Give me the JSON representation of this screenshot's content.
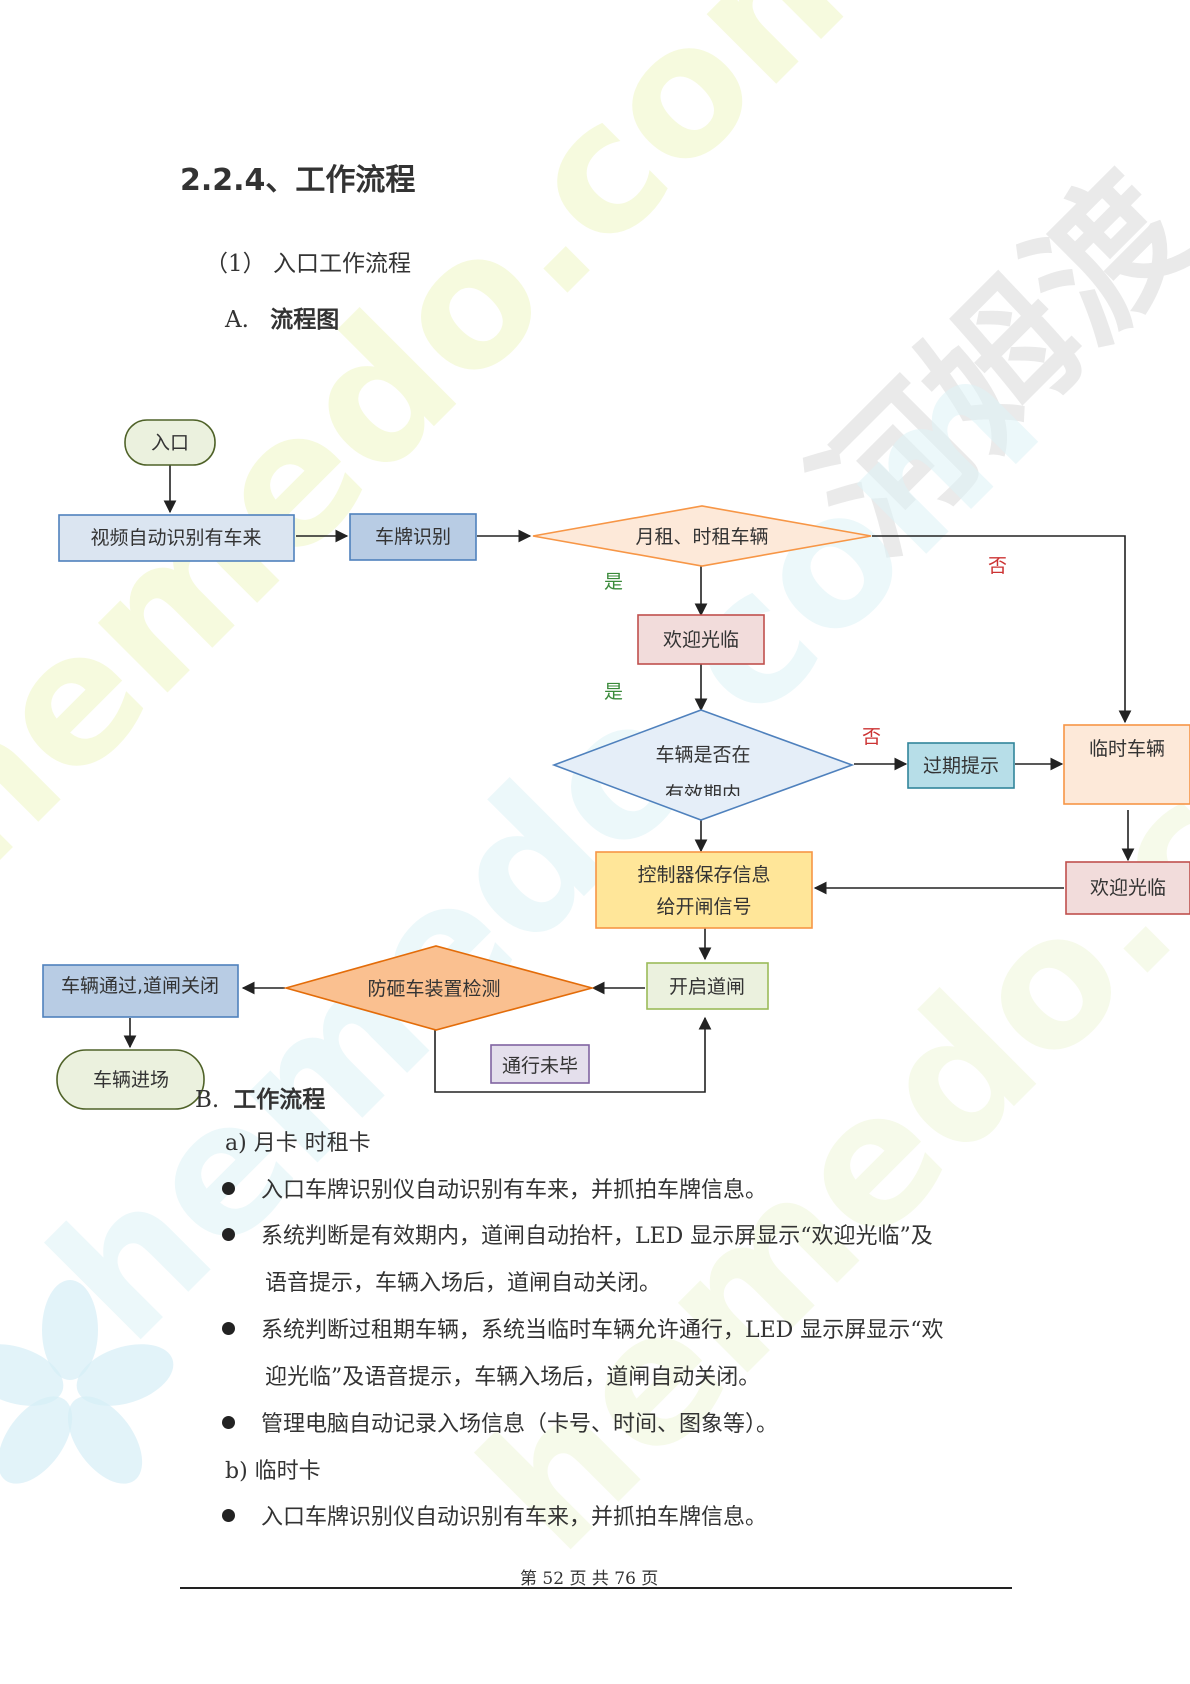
{
  "heading": "2.2.4、工作流程",
  "subheading": "（1）  入口工作流程",
  "subsub": {
    "prefix": "A.",
    "title": "流程图"
  },
  "flowchart": {
    "nodes": {
      "entrance": "入口",
      "video_detect": "视频自动识别有车来",
      "plate_recognition": "车牌识别",
      "monthly_hourly": "月租、时租车辆",
      "welcome_1": "欢迎光临",
      "in_validity": "车辆是否在",
      "in_validity_2": "有效期内",
      "expired_notice": "过期提示",
      "temporary_vehicle": "临时车辆",
      "welcome_2": "欢迎光临",
      "controller_line1": "控制器保存信息",
      "controller_line2": "给开闸信号",
      "open_gate": "开启道闸",
      "anti_smash": "防砸车装置检测",
      "passed_close": "车辆通过,道闸关闭",
      "vehicle_enter": "车辆进场",
      "not_finished": "通行未毕"
    },
    "labels": {
      "yes_1": "是",
      "yes_2": "是",
      "no_1": "否",
      "no_2": "否"
    }
  },
  "section_b": {
    "prefix": "B.",
    "title": "工作流程"
  },
  "items": {
    "a_label": "a)  月卡  时租卡",
    "a_b1": "入口车牌识别仪自动识别有车来，并抓拍车牌信息。",
    "a_b2_l1": "系统判断是有效期内，道闸自动抬杆，LED 显示屏显示“欢迎光临”及",
    "a_b2_l2": "语音提示，车辆入场后，道闸自动关闭。",
    "a_b3_l1": "系统判断过租期车辆，系统当临时车辆允许通行，LED 显示屏显示“欢",
    "a_b3_l2": "迎光临”及语音提示，车辆入场后，道闸自动关闭。",
    "a_b4": "管理电脑自动记录入场信息（卡号、时间、图象等）。",
    "b_label": "b)  临时卡",
    "b_b1": "入口车牌识别仪自动识别有车来，并抓拍车牌信息。"
  },
  "footer": "第 52 页 共 76 页",
  "watermark": {
    "brand_cn": "河姆渡",
    "brand_url": "hemedo.com"
  },
  "colors": {
    "entry_fill": "#ebf1de",
    "entry_stroke": "#4f6228",
    "blue_fill": "#b8cce4",
    "blue_stroke": "#4f81bd",
    "light_blue_fill": "#dbe5f1",
    "diamond1_fill": "#fde9d9",
    "diamond1_stroke": "#f79646",
    "pink_fill": "#f2dcdb",
    "pink_stroke": "#c0504d",
    "diamond2_fill": "#e5eef8",
    "diamond2_stroke": "#4f81bd",
    "cyan_fill": "#b7dee8",
    "cyan_stroke": "#31859b",
    "peach_fill": "#fde9d9",
    "peach_stroke": "#f79646",
    "yellow_fill": "#ffe699",
    "yellow_stroke": "#f79646",
    "green_fill": "#ebf1de",
    "green_stroke": "#9bbb59",
    "orange_fill": "#fac090",
    "orange_stroke": "#e36c09",
    "lavender_fill": "#e4dfec",
    "lavender_stroke": "#8064a2"
  }
}
